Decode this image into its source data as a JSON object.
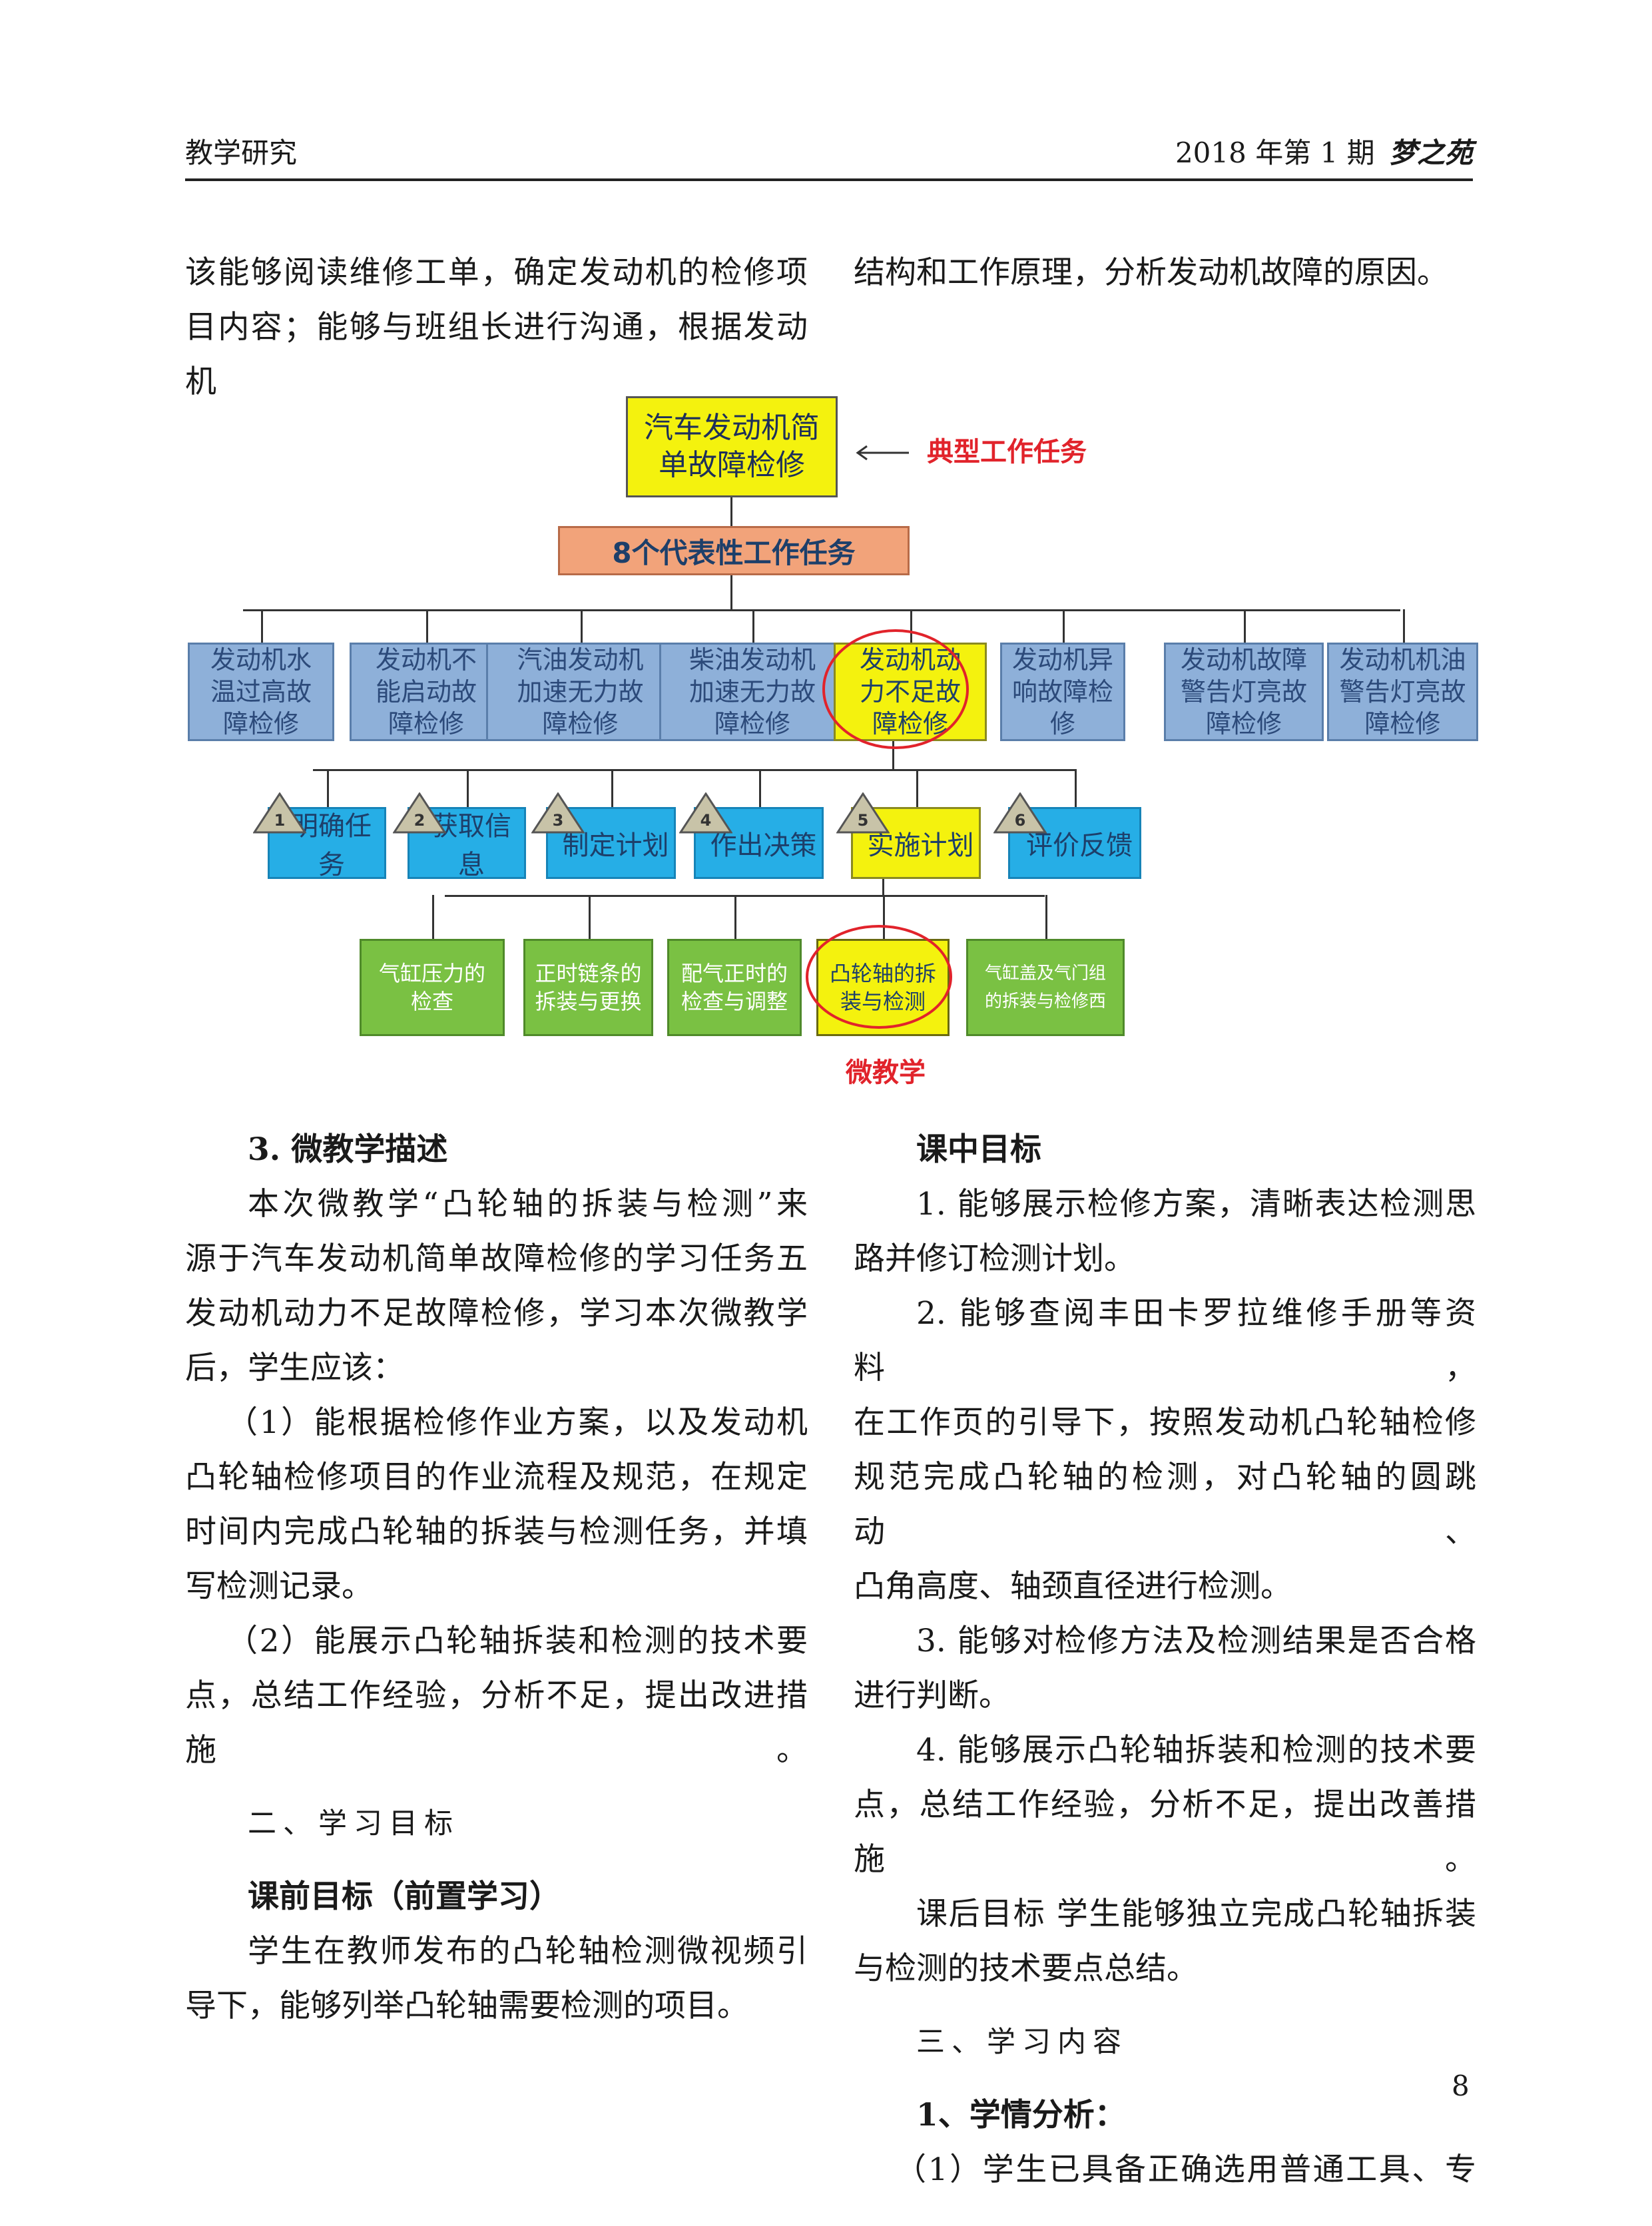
{
  "header": {
    "left": "教学研究",
    "right": "2018 年第 1 期",
    "logo_text": "梦之苑"
  },
  "top_text": {
    "left_line1": "该能够阅读维修工单，确定发动机的检修项",
    "left_line2": "目内容；能够与班组长进行沟通，根据发动机",
    "right_line1": "结构和工作原理，分析发动机故障的原因。"
  },
  "diagram": {
    "root_line1": "汽车发动机简",
    "root_line2": "单故障检修",
    "root_annotation": "典型工作任务",
    "level2": "8个代表性工作任务",
    "tasks": [
      {
        "l1": "发动机水",
        "l2": "温过高故",
        "l3": "障检修"
      },
      {
        "l1": "发动机不",
        "l2": "能启动故",
        "l3": "障检修"
      },
      {
        "l1": "汽油发动机",
        "l2": "加速无力故",
        "l3": "障检修"
      },
      {
        "l1": "柴油发动机",
        "l2": "加速无力故",
        "l3": "障检修"
      },
      {
        "l1": "发动机动",
        "l2": "力不足故",
        "l3": "障检修"
      },
      {
        "l1": "发动机异",
        "l2": "响故障检",
        "l3": "修"
      },
      {
        "l1": "发动机故障",
        "l2": "警告灯亮故",
        "l3": "障检修"
      },
      {
        "l1": "发动机机油",
        "l2": "警告灯亮故",
        "l3": "障检修"
      }
    ],
    "steps": [
      {
        "num": "1",
        "label": "明确任务"
      },
      {
        "num": "2",
        "label": "获取信息"
      },
      {
        "num": "3",
        "label": "制定计划"
      },
      {
        "num": "4",
        "label": "作出决策"
      },
      {
        "num": "5",
        "label": "实施计划"
      },
      {
        "num": "6",
        "label": "评价反馈"
      }
    ],
    "subtasks": [
      {
        "l1": "气缸压力的",
        "l2": "检查"
      },
      {
        "l1": "正时链条的",
        "l2": "拆装与更换"
      },
      {
        "l1": "配气正时的",
        "l2": "检查与调整"
      },
      {
        "l1": "凸轮轴的拆",
        "l2": "装与检测"
      },
      {
        "l1": "气缸盖及气门组",
        "l2": "的拆装与检修西"
      }
    ],
    "micro_label": "微教学"
  },
  "left_col": {
    "h3": "3. 微教学描述",
    "p1": [
      "本次微教学“凸轮轴的拆装与检测”来",
      "源于汽车发动机简单故障检修的学习任务五",
      "发动机动力不足故障检修，学习本次微教学",
      "后，学生应该："
    ],
    "p2": [
      "（1）能根据检修作业方案，以及发动机",
      "凸轮轴检修项目的作业流程及规范，在规定",
      "时间内完成凸轮轴的拆装与检测任务，并填",
      "写检测记录。"
    ],
    "p3": [
      "（2）能展示凸轮轴拆装和检测的技术要",
      "点，总结工作经验，分析不足，提出改进措施。"
    ],
    "sec2": "二、学习目标",
    "h_pre": "课前目标（前置学习）",
    "p4": [
      "学生在教师发布的凸轮轴检测微视频引",
      "导下，能够列举凸轮轴需要检测的项目。"
    ]
  },
  "right_col": {
    "h_mid": "课中目标",
    "p1": [
      "1. 能够展示检修方案，清晰表达检测思",
      "路并修订检测计划。"
    ],
    "p2": [
      "2. 能够查阅丰田卡罗拉维修手册等资料，",
      "在工作页的引导下，按照发动机凸轮轴检修",
      "规范完成凸轮轴的检测，对凸轮轴的圆跳动、",
      "凸角高度、轴颈直径进行检测。"
    ],
    "p3": [
      "3. 能够对检修方法及检测结果是否合格",
      "进行判断。"
    ],
    "p4": [
      "4. 能够展示凸轮轴拆装和检测的技术要",
      "点，总结工作经验，分析不足，提出改善措施。"
    ],
    "p5": [
      "课后目标 学生能够独立完成凸轮轴拆装",
      "与检测的技术要点总结。"
    ],
    "sec3": "三、学习内容",
    "h_an": "1、学情分析：",
    "p6": [
      "（1）学生已具备正确选用普通工具、专"
    ]
  },
  "page_number": "8"
}
